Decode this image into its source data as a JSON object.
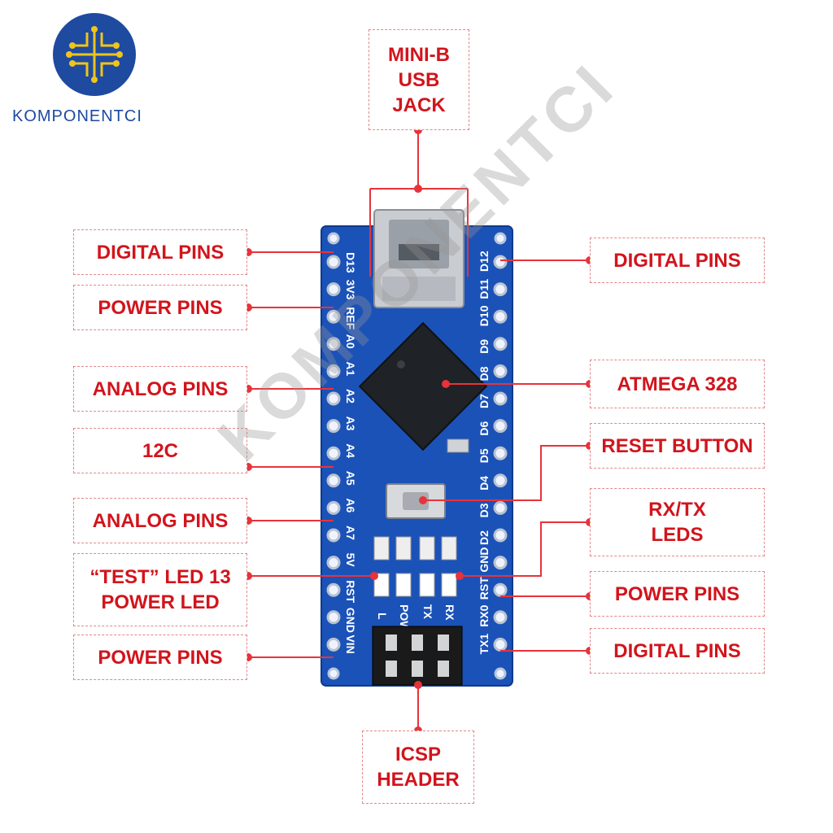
{
  "brand": {
    "name": "KOMPONENTCI"
  },
  "watermark": "KOMPONENTCI",
  "colors": {
    "label": "#d2141c",
    "line": "#e8333a",
    "board": "#1b52b8",
    "brand": "#1e4aa0"
  },
  "callouts": {
    "usb": "MINI-B\nUSB\nJACK",
    "digital_top_left": "DIGITAL PINS",
    "power_left_1": "POWER PINS",
    "analog_left_1": "ANALOG PINS",
    "i2c": "12C",
    "analog_left_2": "ANALOG PINS",
    "test_led": "“TEST” LED 13\nPOWER LED",
    "power_left_2": "POWER PINS",
    "digital_top_right": "DIGITAL PINS",
    "atmega": "ATMEGA 328",
    "reset": "RESET BUTTON",
    "rxtx": "RX/TX\nLEDS",
    "power_right": "POWER PINS",
    "digital_bottom_right": "DIGITAL PINS",
    "icsp": "ICSP\nHEADER"
  },
  "board": {
    "left_pins": [
      "D13",
      "3V3",
      "REF",
      "A0",
      "A1",
      "A2",
      "A3",
      "A4",
      "A5",
      "A6",
      "A7",
      "5V",
      "RST",
      "GND",
      "VIN"
    ],
    "right_pins": [
      "D12",
      "D11",
      "D10",
      "D9",
      "D8",
      "D7",
      "D6",
      "D5",
      "D4",
      "D3",
      "D2",
      "GND",
      "RST",
      "RX0",
      "TX1"
    ],
    "led_labels": [
      "L",
      "POW",
      "TX",
      "RX"
    ]
  }
}
